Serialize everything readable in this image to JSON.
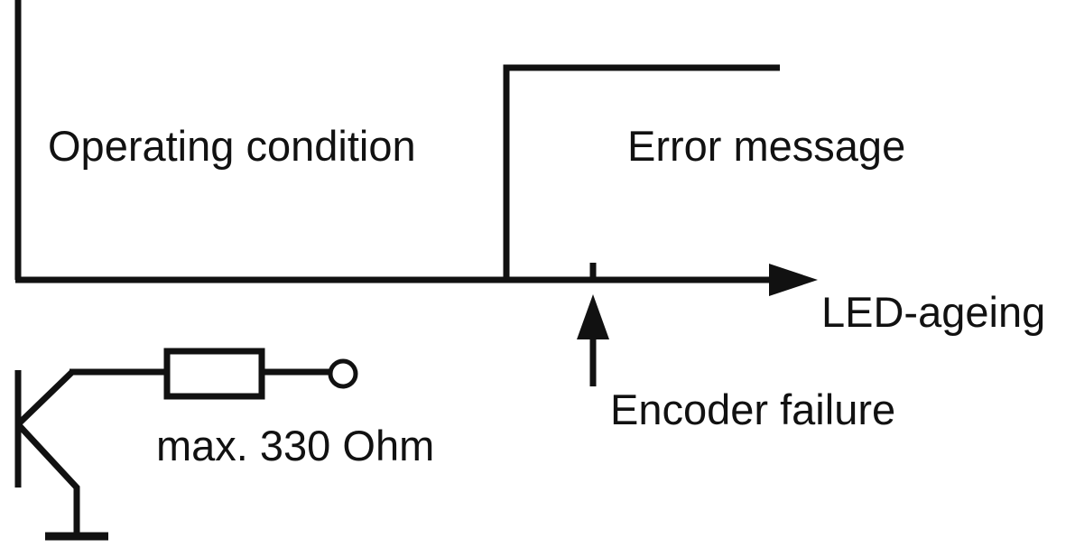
{
  "labels": {
    "operating_condition": "Operating condition",
    "error_message": "Error message",
    "axis_label": "LED-ageing",
    "encoder_failure": "Encoder failure",
    "resistor_value": "max. 330 Ohm"
  },
  "colors": {
    "line": "#111111",
    "background": "#ffffff"
  }
}
